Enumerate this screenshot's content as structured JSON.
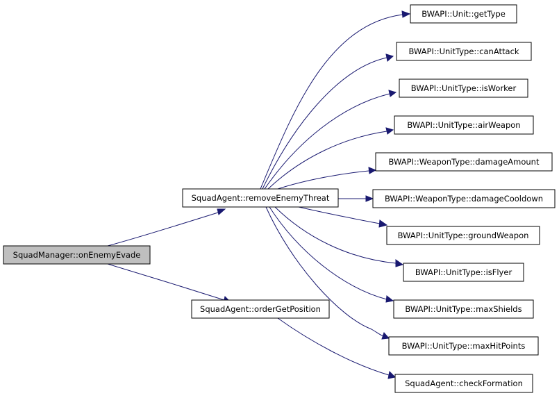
{
  "colors": {
    "edge": "#191970",
    "root_fill": "#bfbfbf",
    "node_fill": "#ffffff",
    "node_border": "#000000",
    "background": "#ffffff"
  },
  "nodes": [
    {
      "id": "n0",
      "label": "SquadManager::onEnemyEvade",
      "root": true
    },
    {
      "id": "n1",
      "label": "SquadAgent::removeEnemyThreat"
    },
    {
      "id": "n2",
      "label": "SquadAgent::orderGetPosition"
    },
    {
      "id": "n3",
      "label": "BWAPI::Unit::getType"
    },
    {
      "id": "n4",
      "label": "BWAPI::UnitType::canAttack"
    },
    {
      "id": "n5",
      "label": "BWAPI::UnitType::isWorker"
    },
    {
      "id": "n6",
      "label": "BWAPI::UnitType::airWeapon"
    },
    {
      "id": "n7",
      "label": "BWAPI::WeaponType::damageAmount"
    },
    {
      "id": "n8",
      "label": "BWAPI::WeaponType::damageCooldown"
    },
    {
      "id": "n9",
      "label": "BWAPI::UnitType::groundWeapon"
    },
    {
      "id": "n10",
      "label": "BWAPI::UnitType::isFlyer"
    },
    {
      "id": "n11",
      "label": "BWAPI::UnitType::maxShields"
    },
    {
      "id": "n12",
      "label": "BWAPI::UnitType::maxHitPoints"
    },
    {
      "id": "n13",
      "label": "SquadAgent::checkFormation"
    }
  ],
  "edges": [
    {
      "from": "n0",
      "to": "n1"
    },
    {
      "from": "n0",
      "to": "n2"
    },
    {
      "from": "n1",
      "to": "n3"
    },
    {
      "from": "n1",
      "to": "n4"
    },
    {
      "from": "n1",
      "to": "n5"
    },
    {
      "from": "n1",
      "to": "n6"
    },
    {
      "from": "n1",
      "to": "n7"
    },
    {
      "from": "n1",
      "to": "n8"
    },
    {
      "from": "n1",
      "to": "n9"
    },
    {
      "from": "n1",
      "to": "n10"
    },
    {
      "from": "n1",
      "to": "n11"
    },
    {
      "from": "n1",
      "to": "n12"
    },
    {
      "from": "n2",
      "to": "n13"
    }
  ]
}
